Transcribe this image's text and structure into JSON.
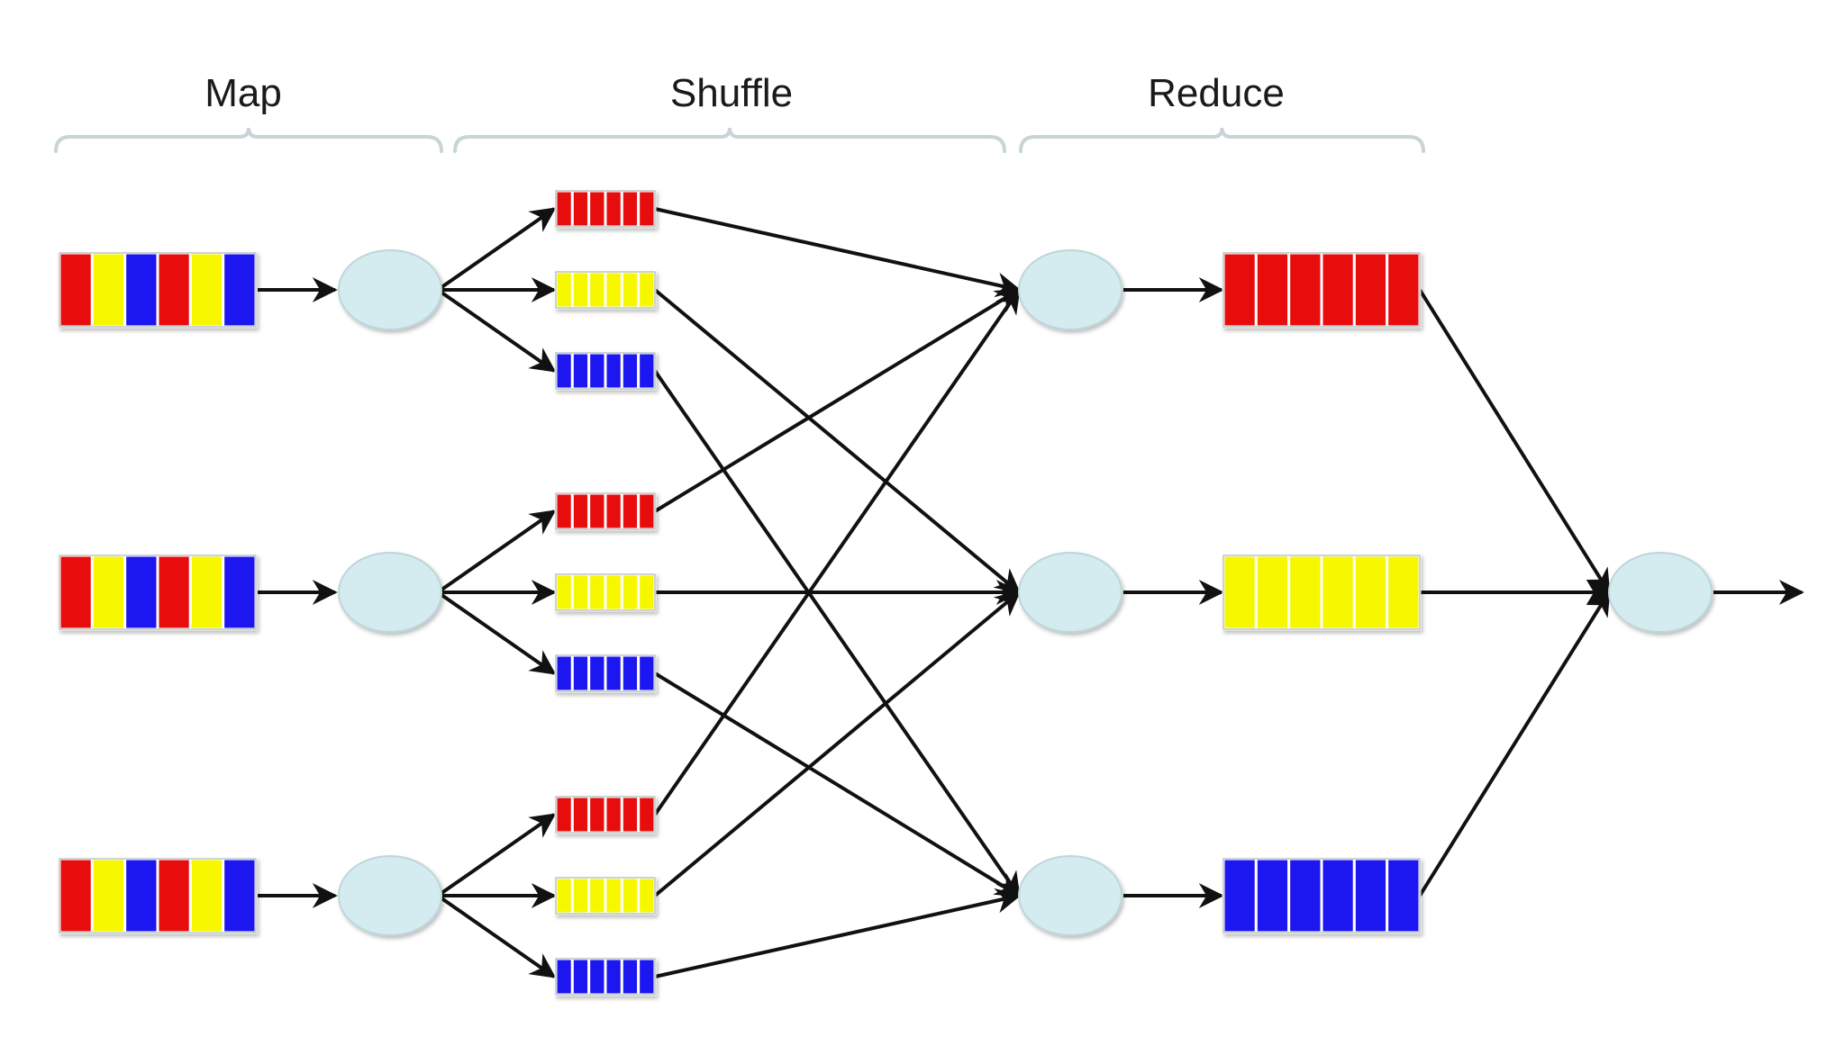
{
  "phases": {
    "map": "Map",
    "shuffle": "Shuffle",
    "reduce": "Reduce"
  },
  "colors": {
    "red": "#e80f0f",
    "yellow": "#f7f700",
    "blue": "#1f12f0",
    "node_fill": "#d4ecef",
    "arrow": "#111111",
    "brace": "#c8d4d6"
  },
  "map_inputs": [
    {
      "segments": [
        "red",
        "yellow",
        "blue",
        "red",
        "yellow",
        "blue"
      ]
    },
    {
      "segments": [
        "red",
        "yellow",
        "blue",
        "red",
        "yellow",
        "blue"
      ]
    },
    {
      "segments": [
        "red",
        "yellow",
        "blue",
        "red",
        "yellow",
        "blue"
      ]
    }
  ],
  "mapper_count": 3,
  "partitions_per_mapper": [
    "red",
    "yellow",
    "blue"
  ],
  "reducer_inputs": [
    {
      "color": "red",
      "segments": 6
    },
    {
      "color": "yellow",
      "segments": 6
    },
    {
      "color": "blue",
      "segments": 6
    }
  ],
  "shuffle_routing": {
    "red": 0,
    "yellow": 1,
    "blue": 2
  },
  "final_node_count": 1
}
